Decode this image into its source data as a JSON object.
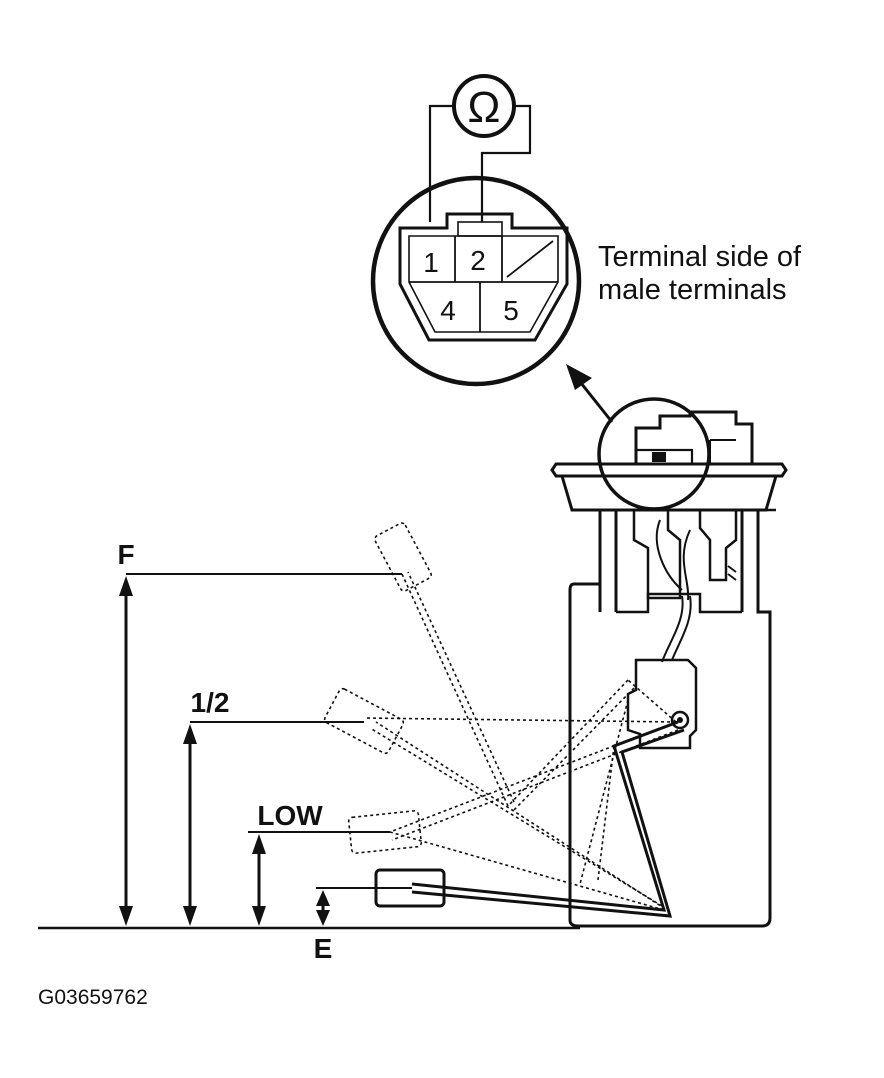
{
  "diagram": {
    "ohmmeter_symbol": "Ω",
    "connector": {
      "pins": [
        "1",
        "2",
        "4",
        "5"
      ],
      "caption_line1": "Terminal side of",
      "caption_line2": "male terminals"
    },
    "level_labels": {
      "full": "F",
      "half": "1/2",
      "low": "LOW",
      "empty": "E"
    },
    "figure_code": "G03659762",
    "colors": {
      "ink": "#111111",
      "paper": "#ffffff"
    }
  }
}
